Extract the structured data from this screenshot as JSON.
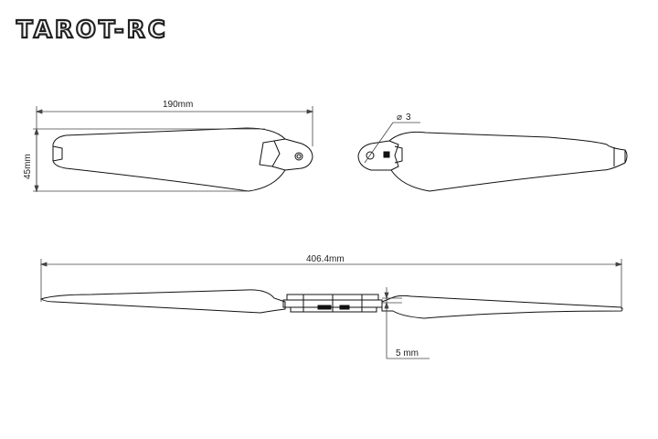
{
  "brand": {
    "logo": "TAROT-RC"
  },
  "dimensions": {
    "blade_length": "190mm",
    "blade_width": "45mm",
    "hole_diameter": "3",
    "hole_diameter_symbol": "⌀",
    "total_span": "406.4mm",
    "hub_offset": "5 mm"
  },
  "colors": {
    "line": "#111111",
    "dim_line": "#444444",
    "logo": "#222222"
  }
}
